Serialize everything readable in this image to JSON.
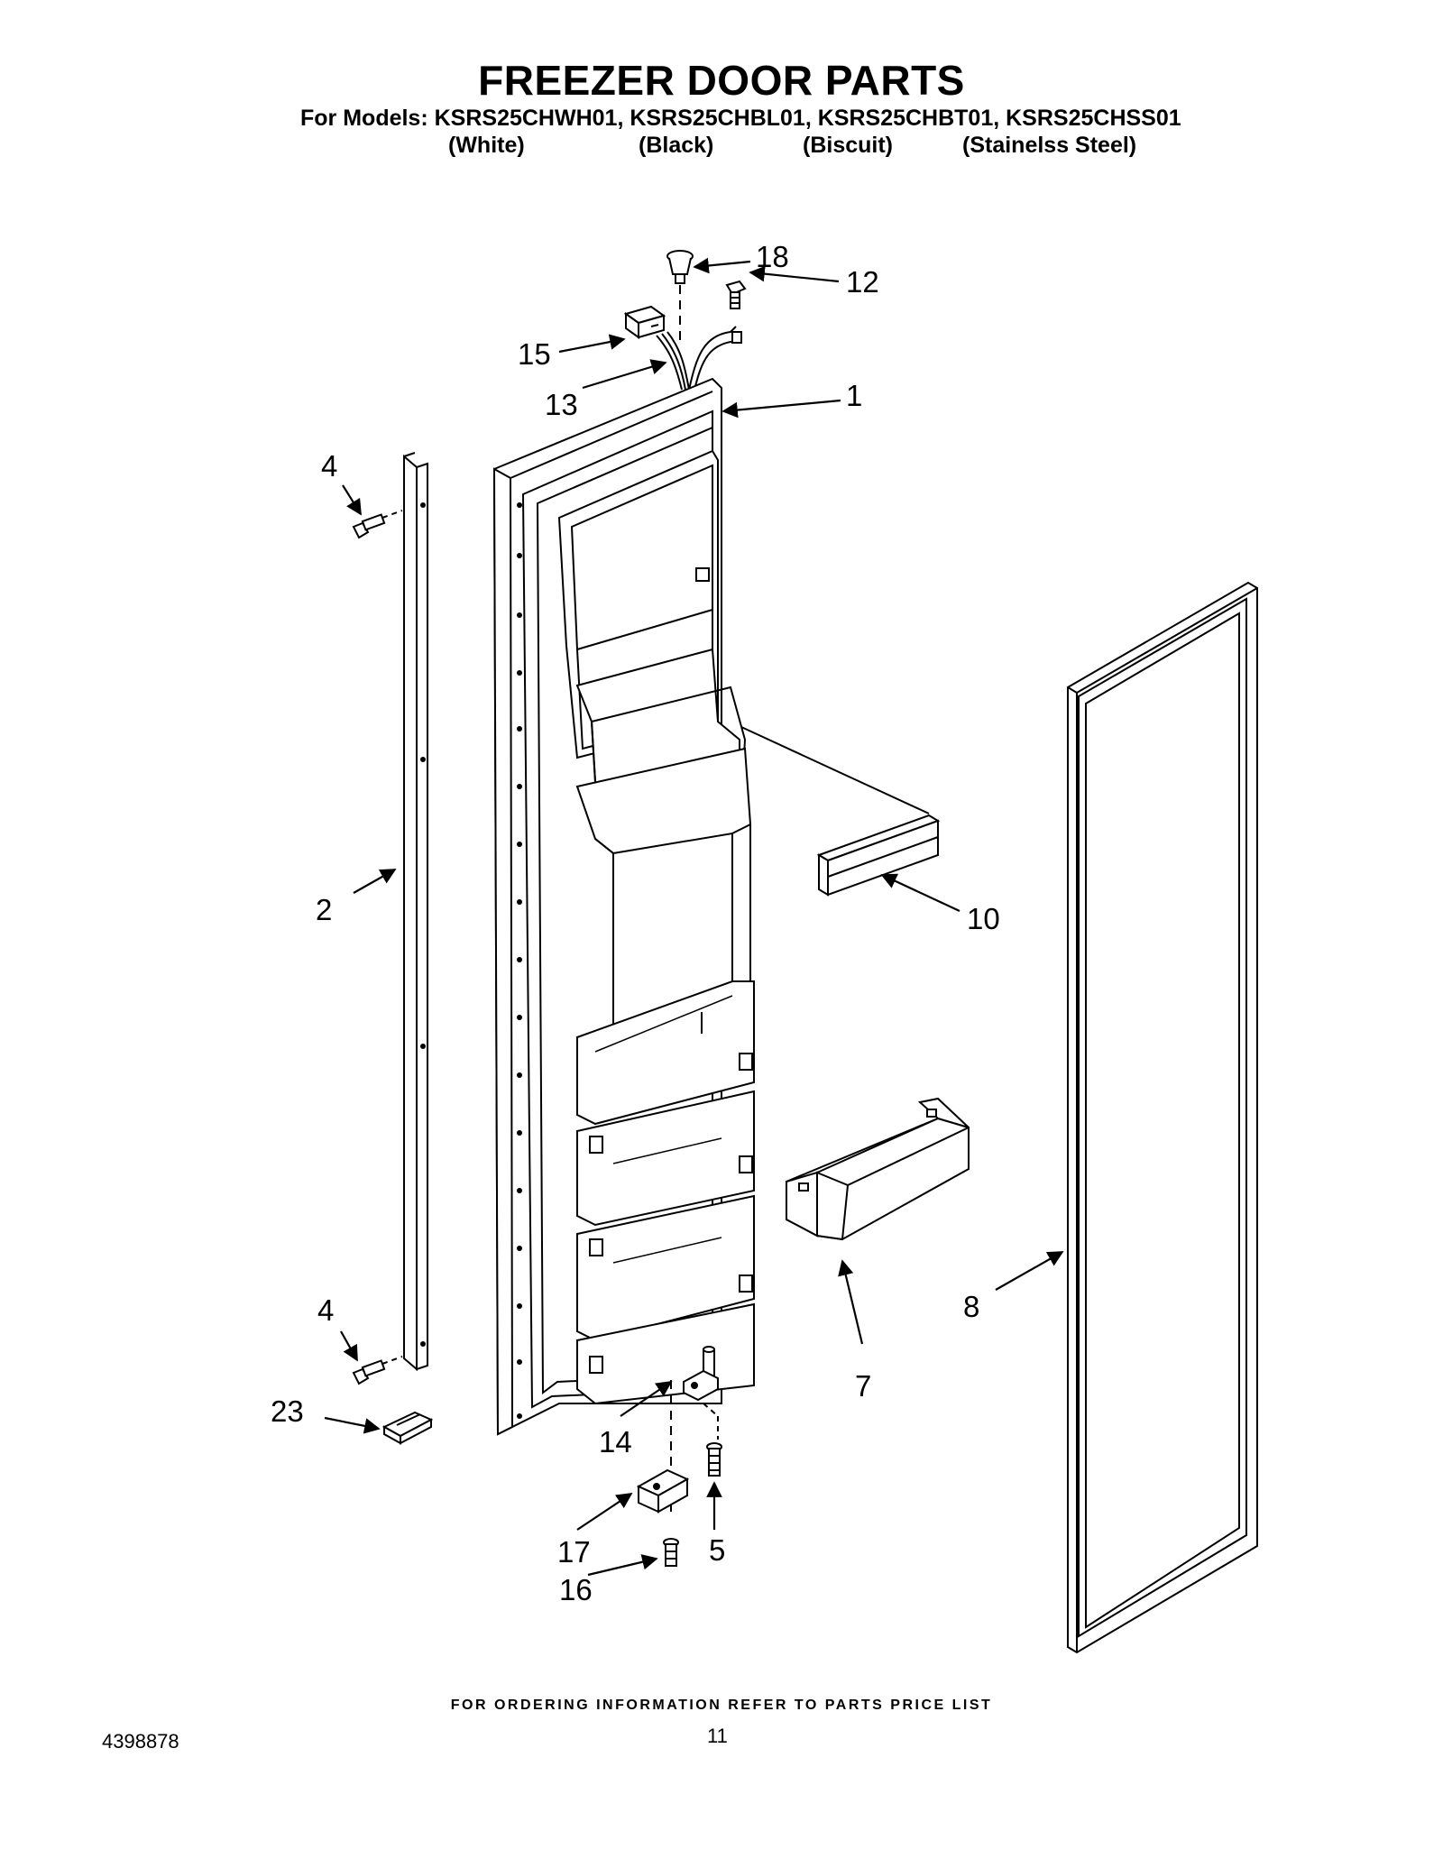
{
  "header": {
    "title": "FREEZER DOOR PARTS",
    "models_line": "For Models: KSRS25CHWH01, KSRS25CHBL01, KSRS25CHBT01, KSRS25CHSS01",
    "colors": [
      "(White)",
      "(Black)",
      "(Biscuit)",
      "(Stainelss Steel)"
    ]
  },
  "callouts": {
    "c18": "18",
    "c12": "12",
    "c15": "15",
    "c13": "13",
    "c1": "1",
    "c4a": "4",
    "c2": "2",
    "c10": "10",
    "c8": "8",
    "c7": "7",
    "c4b": "4",
    "c23": "23",
    "c14": "14",
    "c5": "5",
    "c17": "17",
    "c16": "16"
  },
  "footer": {
    "note": "FOR ORDERING INFORMATION REFER TO PARTS PRICE LIST",
    "doc_number": "4398878",
    "page_number": "11"
  }
}
